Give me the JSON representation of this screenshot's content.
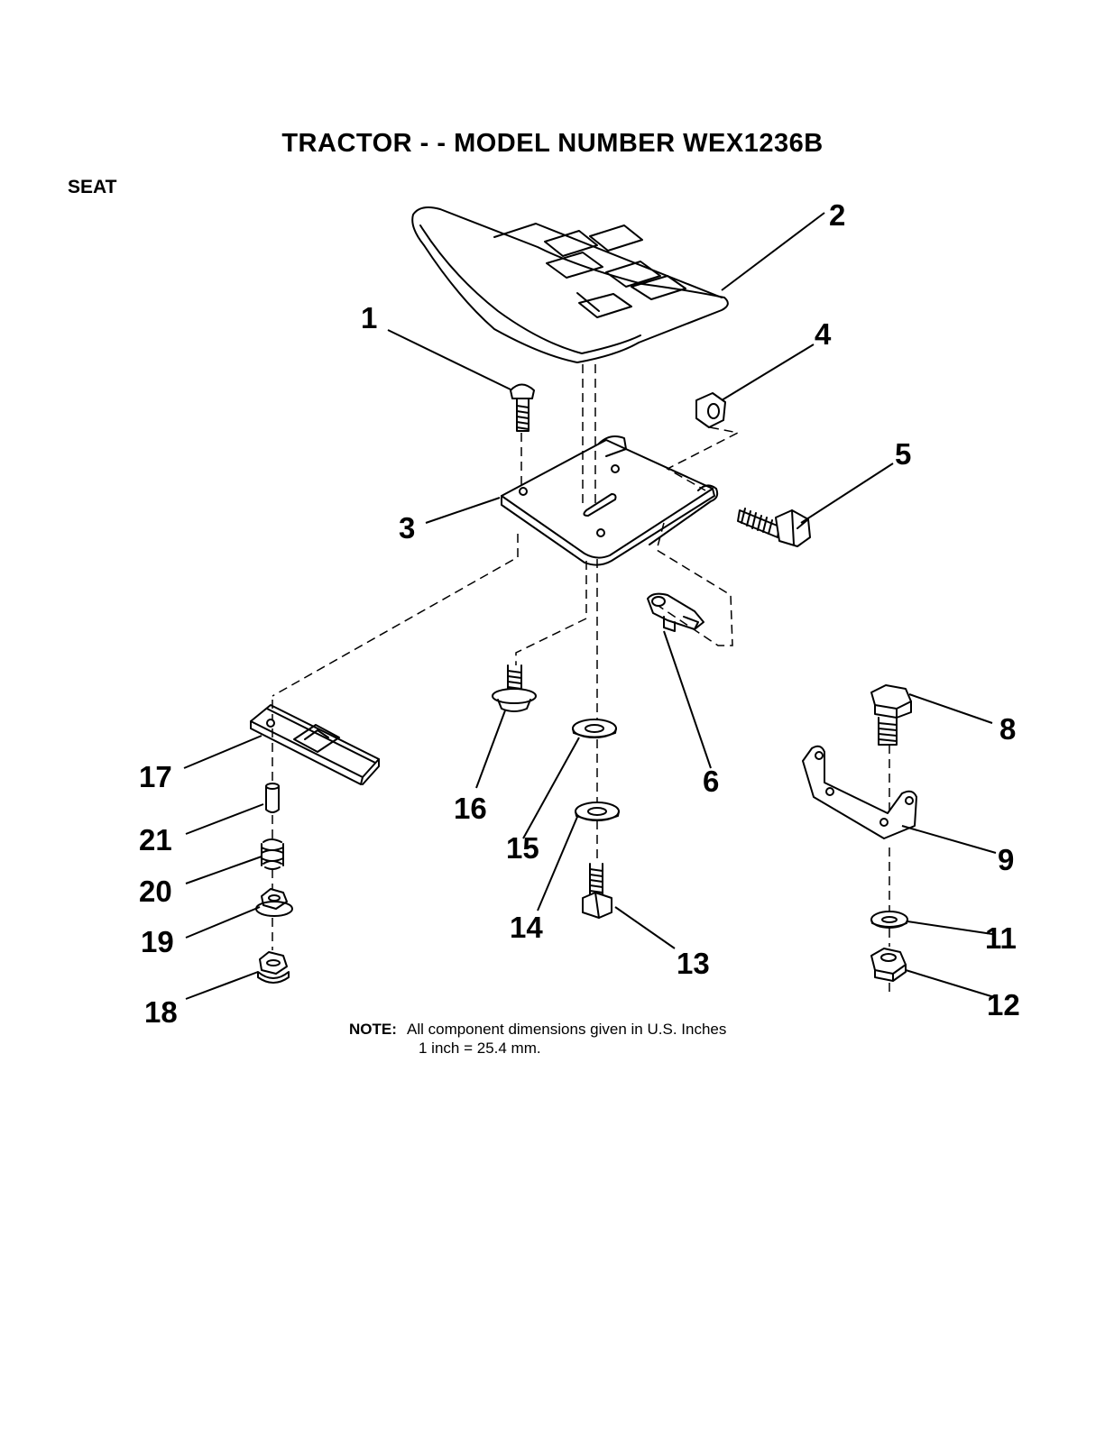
{
  "header": {
    "title": "TRACTOR - - MODEL NUMBER WEX1236B",
    "section": "SEAT"
  },
  "note": {
    "label": "NOTE:",
    "line1": "All component dimensions given in U.S. Inches",
    "line2": "1 inch = 25.4 mm."
  },
  "callouts": {
    "c1": "1",
    "c2": "2",
    "c3": "3",
    "c4": "4",
    "c5": "5",
    "c6": "6",
    "c8": "8",
    "c9": "9",
    "c11": "11",
    "c12": "12",
    "c13": "13",
    "c14": "14",
    "c15": "15",
    "c16": "16",
    "c17": "17",
    "c18": "18",
    "c19": "19",
    "c20": "20",
    "c21": "21"
  },
  "parts": [
    {
      "ref": "1",
      "part": "carriage-bolt"
    },
    {
      "ref": "2",
      "part": "seat"
    },
    {
      "ref": "3",
      "part": "seat-pan"
    },
    {
      "ref": "4",
      "part": "nut"
    },
    {
      "ref": "5",
      "part": "shoulder-bolt"
    },
    {
      "ref": "6",
      "part": "latch"
    },
    {
      "ref": "8",
      "part": "hex-bolt"
    },
    {
      "ref": "9",
      "part": "bracket"
    },
    {
      "ref": "11",
      "part": "washer"
    },
    {
      "ref": "12",
      "part": "lock-nut"
    },
    {
      "ref": "13",
      "part": "hex-bolt"
    },
    {
      "ref": "14",
      "part": "washer"
    },
    {
      "ref": "15",
      "part": "washer"
    },
    {
      "ref": "16",
      "part": "flange-bolt"
    },
    {
      "ref": "17",
      "part": "slide-rail"
    },
    {
      "ref": "18",
      "part": "flange-nut"
    },
    {
      "ref": "19",
      "part": "flange-nut"
    },
    {
      "ref": "20",
      "part": "spring"
    },
    {
      "ref": "21",
      "part": "spacer"
    }
  ]
}
